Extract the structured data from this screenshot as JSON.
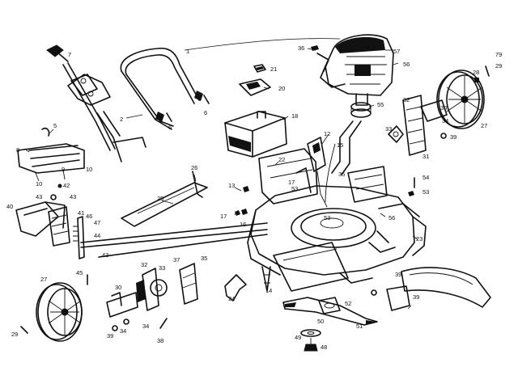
{
  "diagram": {
    "callouts": [
      {
        "id": "c1",
        "label": "1"
      },
      {
        "id": "c2",
        "label": "2"
      },
      {
        "id": "c5",
        "label": "5"
      },
      {
        "id": "c6a",
        "label": "6"
      },
      {
        "id": "c6b",
        "label": "6"
      },
      {
        "id": "c7",
        "label": "7"
      },
      {
        "id": "c8",
        "label": "8"
      },
      {
        "id": "c9",
        "label": "9"
      },
      {
        "id": "c10a",
        "label": "10"
      },
      {
        "id": "c10b",
        "label": "10"
      },
      {
        "id": "c12",
        "label": "12"
      },
      {
        "id": "c13",
        "label": "13"
      },
      {
        "id": "c14",
        "label": "14"
      },
      {
        "id": "c15",
        "label": "15"
      },
      {
        "id": "c16",
        "label": "16"
      },
      {
        "id": "c17a",
        "label": "17"
      },
      {
        "id": "c17b",
        "label": "17"
      },
      {
        "id": "c18",
        "label": "18"
      },
      {
        "id": "c20",
        "label": "20"
      },
      {
        "id": "c21",
        "label": "21"
      },
      {
        "id": "c22",
        "label": "22"
      },
      {
        "id": "c23",
        "label": "23"
      },
      {
        "id": "c24",
        "label": "24"
      },
      {
        "id": "c25",
        "label": "25"
      },
      {
        "id": "c26",
        "label": "26"
      },
      {
        "id": "c27a",
        "label": "27"
      },
      {
        "id": "c27b",
        "label": "27"
      },
      {
        "id": "c28",
        "label": "28"
      },
      {
        "id": "c29a",
        "label": "29"
      },
      {
        "id": "c29b",
        "label": "29"
      },
      {
        "id": "c30a",
        "label": "30"
      },
      {
        "id": "c30b",
        "label": "30"
      },
      {
        "id": "c31",
        "label": "31"
      },
      {
        "id": "c32a",
        "label": "32"
      },
      {
        "id": "c32b",
        "label": "32"
      },
      {
        "id": "c33a",
        "label": "33"
      },
      {
        "id": "c33b",
        "label": "33"
      },
      {
        "id": "c34a",
        "label": "34"
      },
      {
        "id": "c34b",
        "label": "34"
      },
      {
        "id": "c34c",
        "label": "34"
      },
      {
        "id": "c35a",
        "label": "35"
      },
      {
        "id": "c35b",
        "label": "35"
      },
      {
        "id": "c36",
        "label": "36"
      },
      {
        "id": "c37",
        "label": "37"
      },
      {
        "id": "c38",
        "label": "38"
      },
      {
        "id": "c39a",
        "label": "39"
      },
      {
        "id": "c39b",
        "label": "39"
      },
      {
        "id": "c39c",
        "label": "39"
      },
      {
        "id": "c39d",
        "label": "39"
      },
      {
        "id": "c40",
        "label": "40"
      },
      {
        "id": "c41",
        "label": "41"
      },
      {
        "id": "c42",
        "label": "42"
      },
      {
        "id": "c43a",
        "label": "43"
      },
      {
        "id": "c43b",
        "label": "43"
      },
      {
        "id": "c43c",
        "label": "43"
      },
      {
        "id": "c44",
        "label": "44"
      },
      {
        "id": "c45",
        "label": "45"
      },
      {
        "id": "c46",
        "label": "46"
      },
      {
        "id": "c47",
        "label": "47"
      },
      {
        "id": "c48",
        "label": "48"
      },
      {
        "id": "c49",
        "label": "49"
      },
      {
        "id": "c50",
        "label": "50"
      },
      {
        "id": "c51",
        "label": "51"
      },
      {
        "id": "c52",
        "label": "52"
      },
      {
        "id": "c53a",
        "label": "53"
      },
      {
        "id": "c53b",
        "label": "53"
      },
      {
        "id": "c53c",
        "label": "53"
      },
      {
        "id": "c54",
        "label": "54"
      },
      {
        "id": "c55",
        "label": "55"
      },
      {
        "id": "c56a",
        "label": "56"
      },
      {
        "id": "c56b",
        "label": "56"
      },
      {
        "id": "c57",
        "label": "57"
      },
      {
        "id": "c79",
        "label": "79"
      }
    ]
  }
}
